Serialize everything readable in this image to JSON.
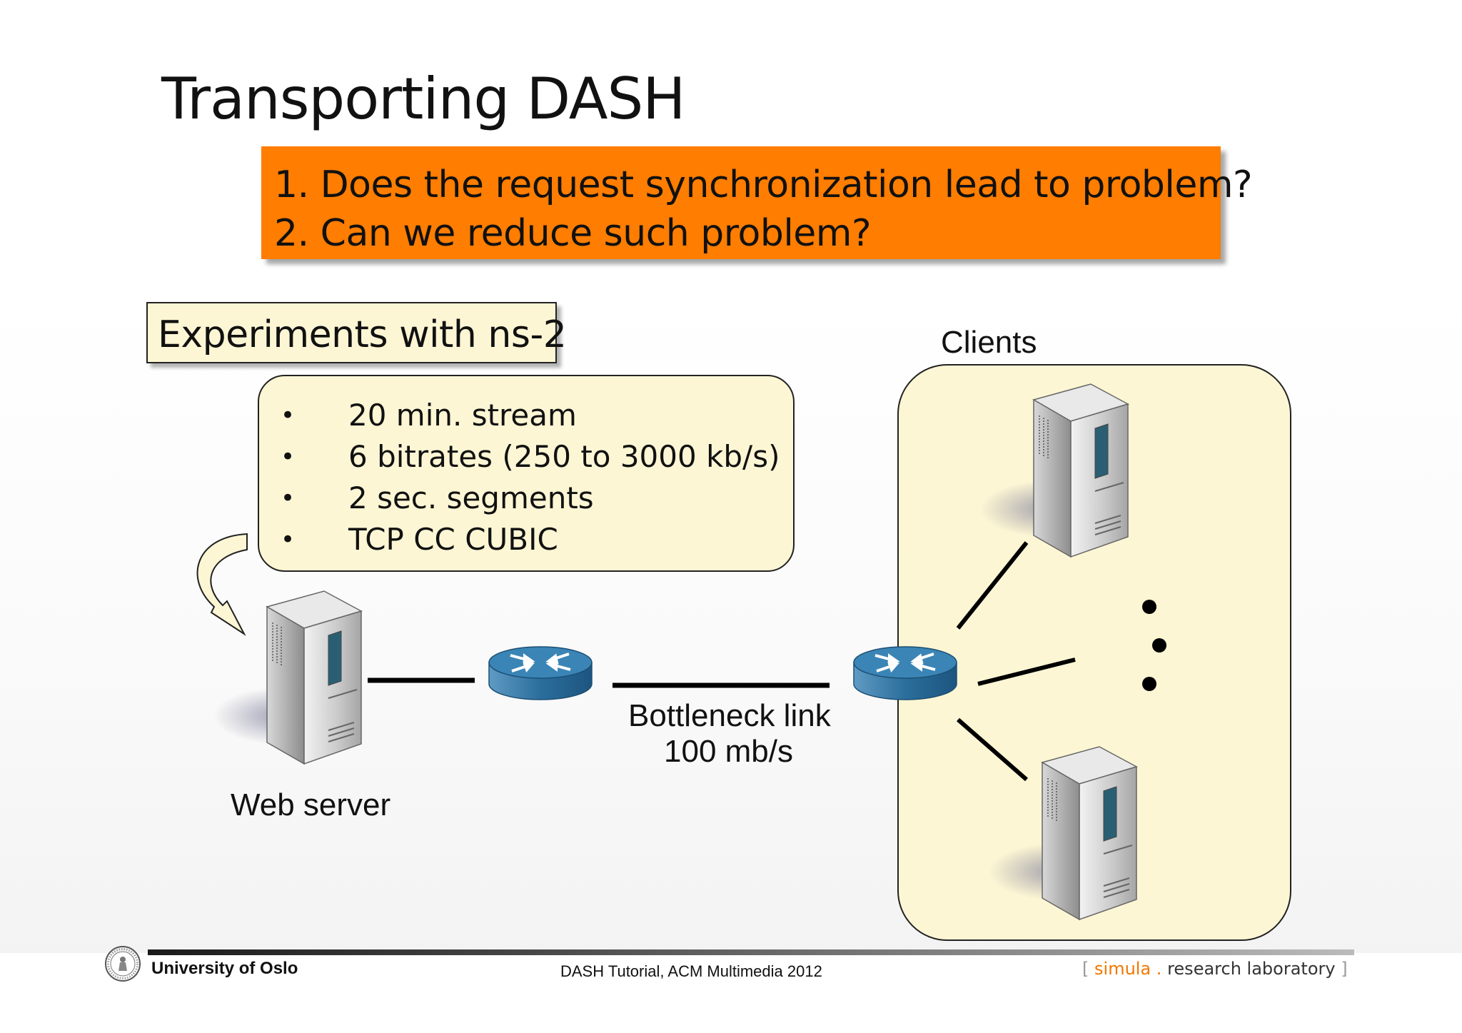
{
  "title": "Transporting DASH",
  "questions": [
    "1. Does the request synchronization lead to problem?",
    "2. Can we reduce such problem?"
  ],
  "experiments_label": "Experiments with ns-2",
  "details": {
    "bullet": "•",
    "items": [
      "20 min. stream",
      "6 bitrates (250 to 3000 kb/s)",
      "2 sec. segments",
      "TCP CC CUBIC"
    ]
  },
  "diagram": {
    "web_server_label": "Web server",
    "bottleneck_label": "Bottleneck link",
    "bottleneck_rate": "100 mb/s",
    "clients_label": "Clients",
    "icons": [
      "server-icon",
      "router-icon",
      "curved-arrow-icon",
      "ellipsis-dots"
    ],
    "colors": {
      "orange_box": "#ff7d00",
      "cream_box": "#fdf6d4",
      "router_blue": "#2f79a6"
    }
  },
  "footer": {
    "university": "University of Oslo",
    "center": "DASH Tutorial, ACM Multimedia 2012",
    "lab_open": "[",
    "lab_brand": "simula",
    "lab_dot": ".",
    "lab_rest": "research laboratory",
    "lab_close": "]"
  }
}
